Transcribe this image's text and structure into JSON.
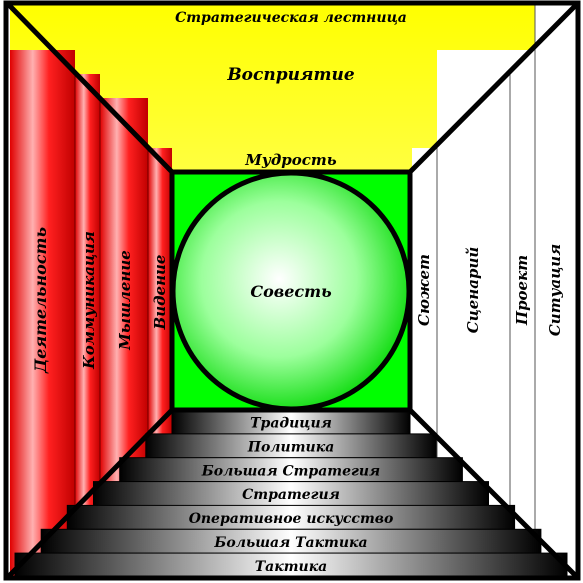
{
  "top": {
    "heading": "Стратегическая лестница",
    "perception": "Восприятие",
    "wisdom": "Мудрость"
  },
  "center": {
    "label": "Совесть"
  },
  "left_bands": [
    "Деятельность",
    "Коммуникация",
    "Мышление",
    "Видение"
  ],
  "right_bands": [
    "Сюжет",
    "Сценарий",
    "Проект",
    "Ситуация"
  ],
  "steps": [
    "Традиция",
    "Политика",
    "Большая Стратегия",
    "Стратегия",
    "Оперативное искусство",
    "Большая Тактика",
    "Тактика"
  ],
  "colors": {
    "red": "#ff0000",
    "yellow": "#ffff00",
    "green": "#00ff00",
    "black": "#000000",
    "white": "#ffffff"
  }
}
